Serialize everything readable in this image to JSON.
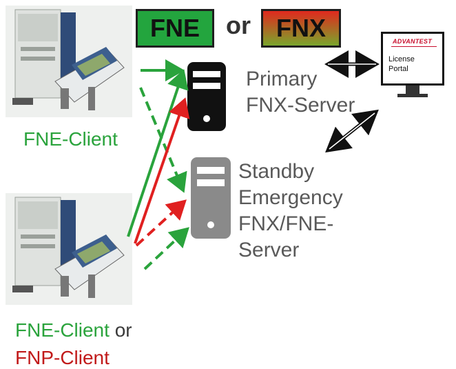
{
  "badges": {
    "fne": "FNE",
    "or": "or",
    "fnx": "FNX"
  },
  "clients": {
    "top_label": "FNE-Client",
    "bottom_label_line1_green": "FNE-Client",
    "bottom_label_line1_or": " or",
    "bottom_label_line2_red": "FNP-Client"
  },
  "servers": {
    "primary_line1": "Primary",
    "primary_line2": "FNX-Server",
    "standby_line1": "Standby",
    "standby_line2": "Emergency",
    "standby_line3": "FNX/FNE-",
    "standby_line4": "Server"
  },
  "license_portal": {
    "brand": "ADVANTEST",
    "line1": "License",
    "line2": "Portal"
  },
  "colors": {
    "green": "#2aa33c",
    "red": "#e02020",
    "server_dark": "#111111",
    "server_gray": "#8a8a8a",
    "fne_badge": "#23a53e"
  }
}
